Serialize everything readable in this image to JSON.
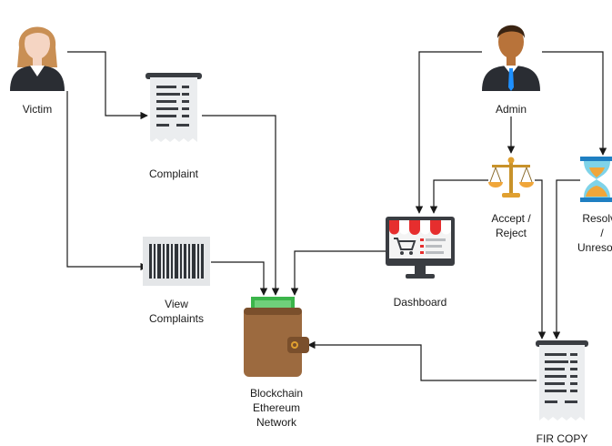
{
  "nodes": {
    "victim": {
      "label": "Victim"
    },
    "admin": {
      "label": "Admin"
    },
    "complaint": {
      "label": "Complaint"
    },
    "view_complaints": {
      "label": "View\nComplaints"
    },
    "dashboard": {
      "label": "Dashboard"
    },
    "accept_reject": {
      "label": "Accept /\nReject"
    },
    "resolve": {
      "label": "Resolve\n/\nUnresolve"
    },
    "fir_copy": {
      "label": "FIR COPY"
    },
    "blockchain": {
      "label": "Blockchain\nEthereum\nNetwork"
    }
  },
  "icons": {
    "victim": "woman-avatar-icon",
    "admin": "man-avatar-icon",
    "complaint": "receipt-icon",
    "view_complaints": "barcode-icon",
    "dashboard": "monitor-shop-icon",
    "accept_reject": "scales-icon",
    "resolve": "hourglass-icon",
    "fir_copy": "receipt-icon",
    "blockchain": "wallet-icon"
  },
  "colors": {
    "line": "#1a1a1a",
    "skin_victim": "#f5d5c3",
    "hair_victim": "#c98f54",
    "skin_admin": "#b8733a",
    "hair_admin": "#3a2412",
    "suit": "#2a2d33",
    "tie": "#1e90ff",
    "receipt": "#ebedef",
    "receipt_line": "#3a3d42",
    "wallet": "#9c6a3f",
    "wallet_dark": "#7a4f2c",
    "money": "#3bb54a",
    "awning_red": "#e62e2e",
    "gold": "#e0a030",
    "sand": "#f0a63a",
    "glass": "#7fd3e8"
  }
}
